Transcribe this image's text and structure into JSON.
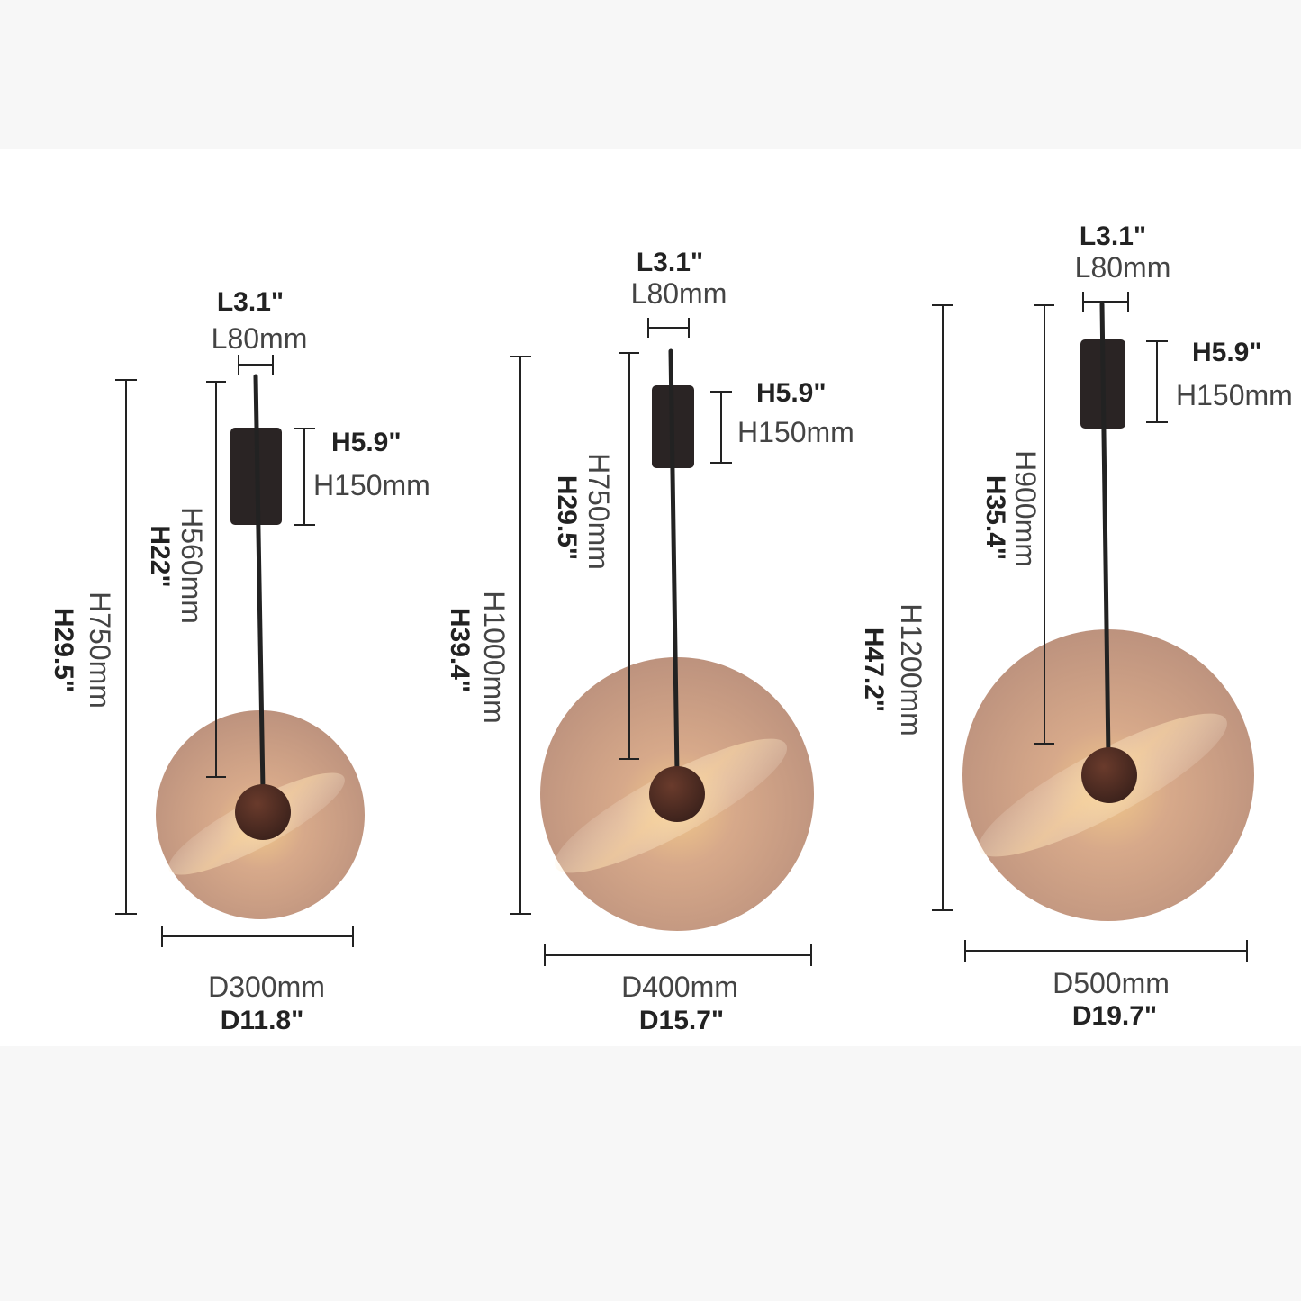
{
  "lamps": [
    {
      "base_length_mm": "L80mm",
      "base_length_in": "L3.1\"",
      "base_height_mm": "H150mm",
      "base_height_in": "H5.9\"",
      "arm_height_mm": "H560mm",
      "arm_height_in": "H22\"",
      "total_height_mm": "H750mm",
      "total_height_in": "H29.5\"",
      "diameter_mm": "D300mm",
      "diameter_in": "D11.8\""
    },
    {
      "base_length_mm": "L80mm",
      "base_length_in": "L3.1\"",
      "base_height_mm": "H150mm",
      "base_height_in": "H5.9\"",
      "arm_height_mm": "H750mm",
      "arm_height_in": "H29.5\"",
      "total_height_mm": "H1000mm",
      "total_height_in": "H39.4\"",
      "diameter_mm": "D400mm",
      "diameter_in": "D15.7\""
    },
    {
      "base_length_mm": "L80mm",
      "base_length_in": "L3.1\"",
      "base_height_mm": "H150mm",
      "base_height_in": "H5.9\"",
      "arm_height_mm": "H900mm",
      "arm_height_in": "H35.4\"",
      "total_height_mm": "H1200mm",
      "total_height_in": "H47.2\"",
      "diameter_mm": "D500mm",
      "diameter_in": "D19.7\""
    }
  ],
  "colors": {
    "marble": "#c9a088",
    "marble_light": "#e8c9ae",
    "glow": "#f4c873",
    "metal": "#2a2424",
    "hub": "#4a2b22",
    "dimension_line": "#222222"
  }
}
